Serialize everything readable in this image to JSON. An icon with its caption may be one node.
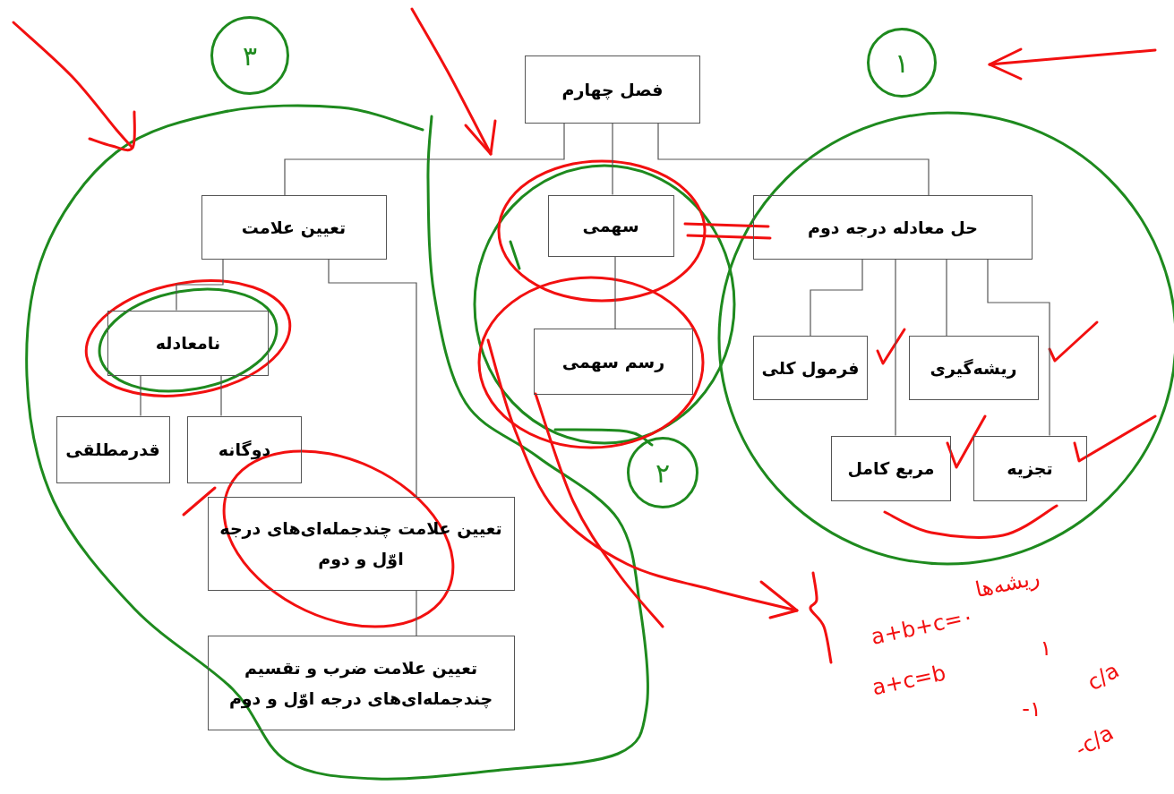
{
  "diagram": {
    "nodes": [
      {
        "text": [
          "فصل چهارم"
        ]
      },
      {
        "text": [
          "تعیین علامت"
        ]
      },
      {
        "text": [
          "سهمی"
        ]
      },
      {
        "text": [
          "حل معادله درجه دوم"
        ]
      },
      {
        "text": [
          "نامعادله"
        ]
      },
      {
        "text": [
          "قدرمطلقی"
        ]
      },
      {
        "text": [
          "دوگانه"
        ]
      },
      {
        "text": [
          "تعیین علامت چندجمله‌ای‌های درجه اوّل و دوم"
        ]
      },
      {
        "text": [
          "تعیین علامت ضرب و تقسیم چندجمله‌ای‌های درجه اوّل و دوم"
        ]
      },
      {
        "text": [
          "رسم سهمی"
        ]
      },
      {
        "text": [
          "فرمول کلی"
        ]
      },
      {
        "text": [
          "ریشه‌گیری"
        ]
      },
      {
        "text": [
          "مربع کامل"
        ]
      },
      {
        "text": [
          "تجزیه"
        ]
      }
    ],
    "edges": [
      {
        "from": 0,
        "to": 1,
        "arrow": "none"
      },
      {
        "from": 0,
        "to": 2,
        "arrow": "none"
      },
      {
        "from": 0,
        "to": 3,
        "arrow": "none"
      },
      {
        "from": 1,
        "to": 4,
        "arrow": "none"
      },
      {
        "from": 1,
        "to": 7,
        "arrow": "none"
      },
      {
        "from": 4,
        "to": 5,
        "arrow": "none"
      },
      {
        "from": 4,
        "to": 6,
        "arrow": "none"
      },
      {
        "from": 7,
        "to": 8,
        "arrow": "none"
      },
      {
        "from": 2,
        "to": 9,
        "arrow": "none"
      },
      {
        "from": 3,
        "to": 10,
        "arrow": "none"
      },
      {
        "from": 3,
        "to": 12,
        "arrow": "none"
      },
      {
        "from": 3,
        "to": 11,
        "arrow": "none"
      },
      {
        "from": 3,
        "to": 13,
        "arrow": "none"
      }
    ],
    "labels": [
      "۳",
      "۱",
      "۲",
      "ریشه‌ها",
      "a+b+c=۰",
      "۱",
      "c/a",
      "a+c=b",
      "-۱",
      "-c/a"
    ]
  }
}
